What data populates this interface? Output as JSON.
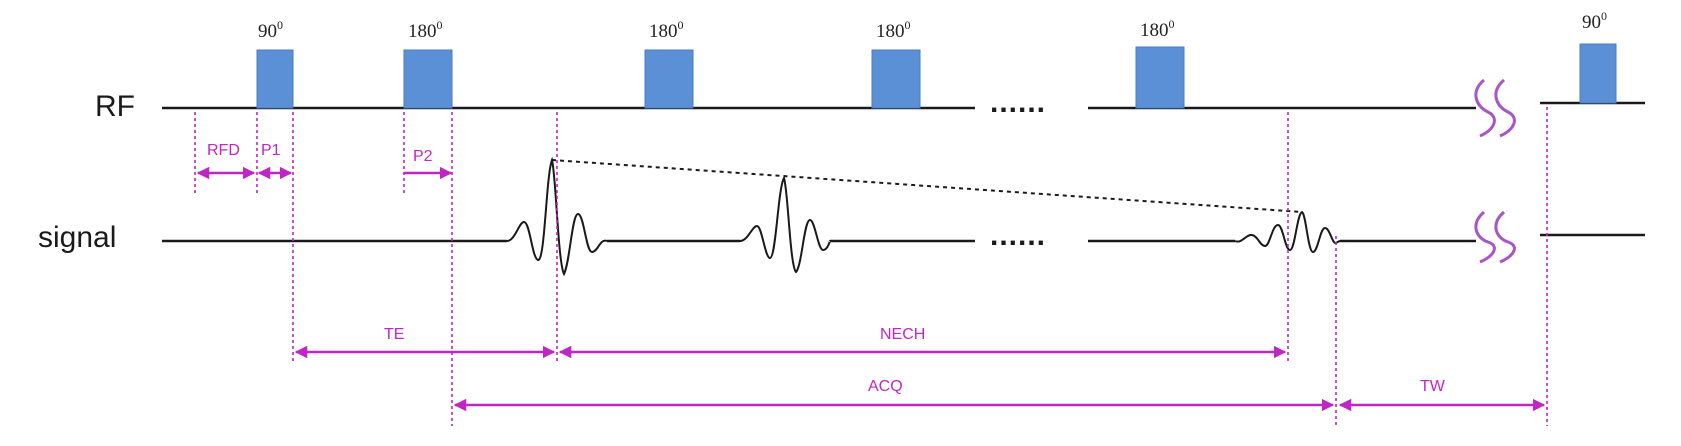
{
  "rows": {
    "rf": "RF",
    "signal": "signal"
  },
  "pulses": [
    {
      "angle": "90",
      "degree": "0"
    },
    {
      "angle": "180",
      "degree": "0"
    },
    {
      "angle": "180",
      "degree": "0"
    },
    {
      "angle": "180",
      "degree": "0"
    },
    {
      "angle": "180",
      "degree": "0"
    },
    {
      "angle": "90",
      "degree": "0"
    }
  ],
  "ellipsis": "......",
  "timing": {
    "rfd": "RFD",
    "p1": "P1",
    "p2": "P2",
    "te": "TE",
    "nech": "NECH",
    "acq": "ACQ",
    "tw": "TW"
  },
  "colors": {
    "pulse": "#5b8fd6",
    "annotation": "#c026c4",
    "line": "#1a1a1a"
  }
}
